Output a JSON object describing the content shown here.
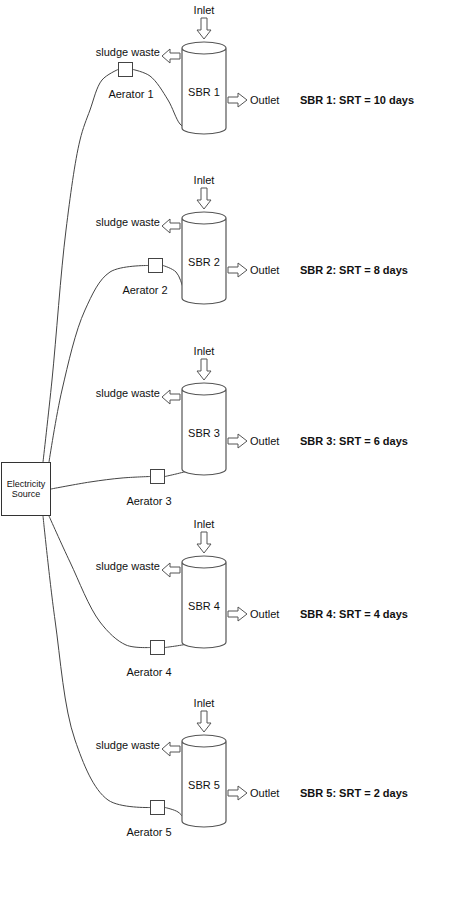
{
  "diagram": {
    "nodes": [
      {
        "text": [
          "Electricity Source"
        ]
      },
      {
        "text": [
          "Aerator 1"
        ]
      },
      {
        "text": [
          "SBR 1"
        ]
      },
      {
        "text": [
          "Aerator 2"
        ]
      },
      {
        "text": [
          "SBR 2"
        ]
      },
      {
        "text": [
          "Aerator 3"
        ]
      },
      {
        "text": [
          "SBR 3"
        ]
      },
      {
        "text": [
          "Aerator 4"
        ]
      },
      {
        "text": [
          "SBR 4"
        ]
      },
      {
        "text": [
          "Aerator 5"
        ]
      },
      {
        "text": [
          "SBR 5"
        ]
      }
    ],
    "edges": [
      {
        "from": 0,
        "to": 1,
        "arrow": "none"
      },
      {
        "from": 0,
        "to": 3,
        "arrow": "none"
      },
      {
        "from": 0,
        "to": 5,
        "arrow": "none"
      },
      {
        "from": 0,
        "to": 7,
        "arrow": "none"
      },
      {
        "from": 0,
        "to": 9,
        "arrow": "none"
      },
      {
        "from": 1,
        "to": 2,
        "arrow": "none"
      },
      {
        "from": 3,
        "to": 4,
        "arrow": "none"
      },
      {
        "from": 5,
        "to": 6,
        "arrow": "none"
      },
      {
        "from": 7,
        "to": 8,
        "arrow": "none"
      },
      {
        "from": 9,
        "to": 10,
        "arrow": "none"
      }
    ],
    "labels": [
      "Inlet",
      "sludge waste",
      "Outlet",
      "SBR 1: SRT = 10 days",
      "Inlet",
      "sludge waste",
      "Outlet",
      "SBR 2: SRT = 8 days",
      "Inlet",
      "sludge waste",
      "Outlet",
      "SBR 3: SRT = 6 days",
      "Inlet",
      "sludge waste",
      "Outlet",
      "SBR 4: SRT = 4 days",
      "Inlet",
      "sludge waste",
      "Outlet",
      "SBR 5: SRT = 2 days"
    ]
  }
}
